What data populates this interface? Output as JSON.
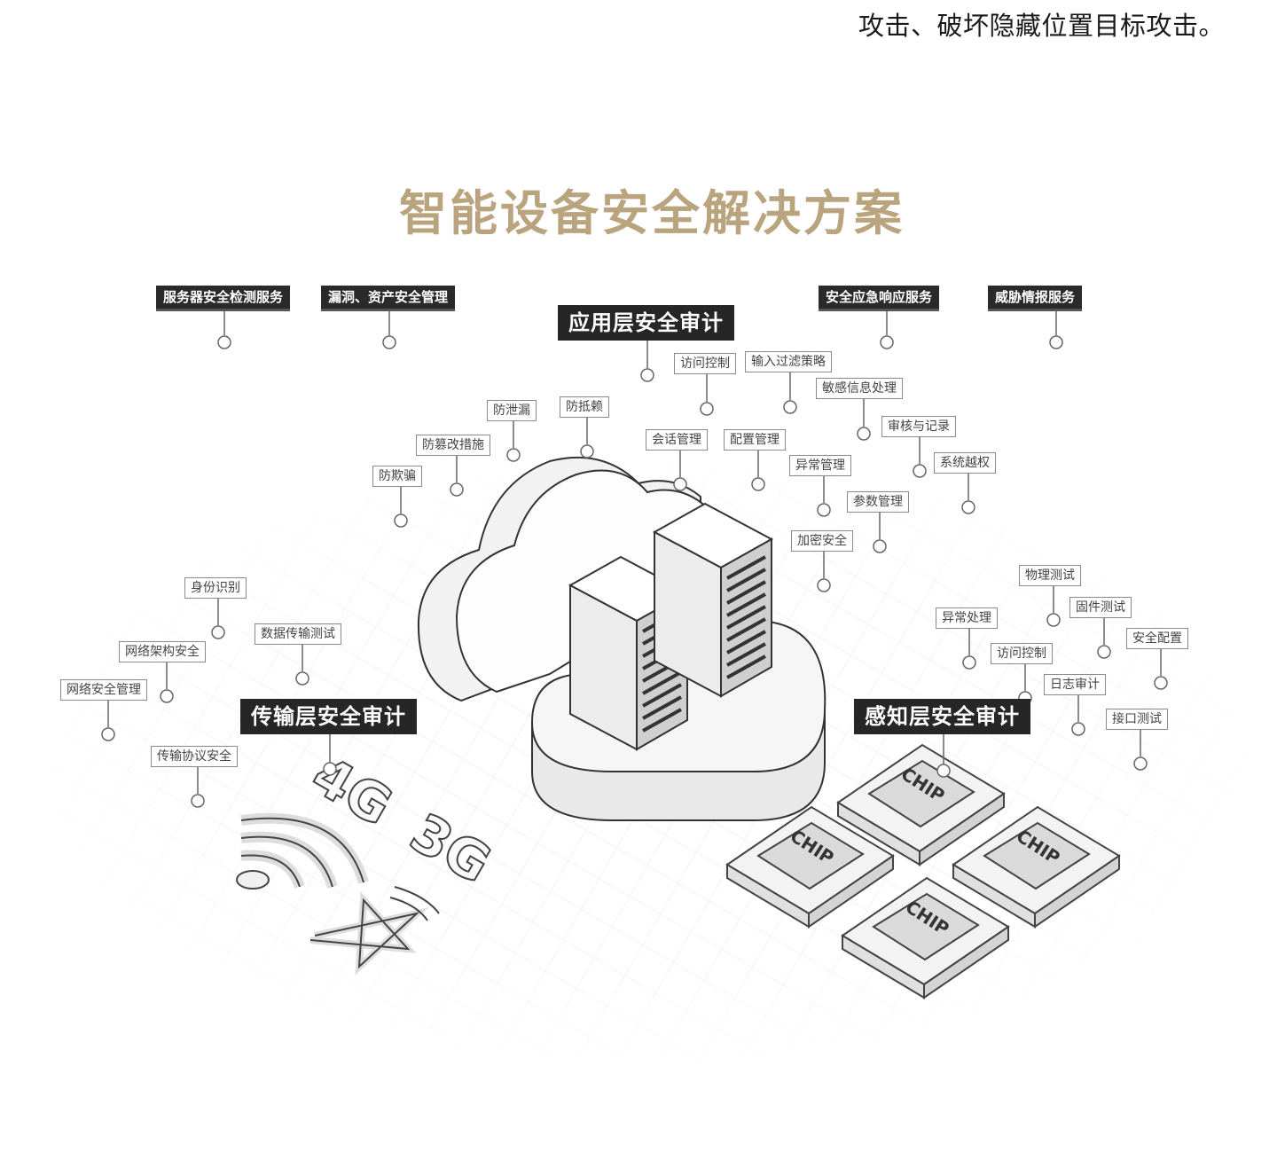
{
  "header": {
    "text": "攻击、破坏隐藏位置目标攻击。"
  },
  "title": "智能设备安全解决方案",
  "top_tags": [
    "服务器安全检测服务",
    "漏洞、资产安全管理",
    "安全应急响应服务",
    "威胁情报服务"
  ],
  "layers": {
    "application": "应用层安全审计",
    "transport": "传输层安全审计",
    "perception": "感知层安全审计"
  },
  "application_items": [
    "访问控制",
    "输入过滤策略",
    "敏感信息处理",
    "会话管理",
    "配置管理",
    "审核与记录",
    "异常管理",
    "系统越权",
    "参数管理",
    "加密安全"
  ],
  "cloud_items": [
    "防泄漏",
    "防抵赖",
    "防篡改措施",
    "防欺骗"
  ],
  "transport_items": [
    "身份识别",
    "数据传输测试",
    "网络架构安全",
    "网络安全管理",
    "传输协议安全"
  ],
  "perception_items": [
    "物理测试",
    "固件测试",
    "异常处理",
    "安全配置",
    "访问控制",
    "日志审计",
    "接口测试"
  ],
  "network_labels": [
    "4G",
    "3G"
  ],
  "chip_label": "CHIP",
  "colors": {
    "title": "#b9a47e",
    "tag_bg": "#2a2a2a",
    "label_border": "#8a8a8a"
  }
}
